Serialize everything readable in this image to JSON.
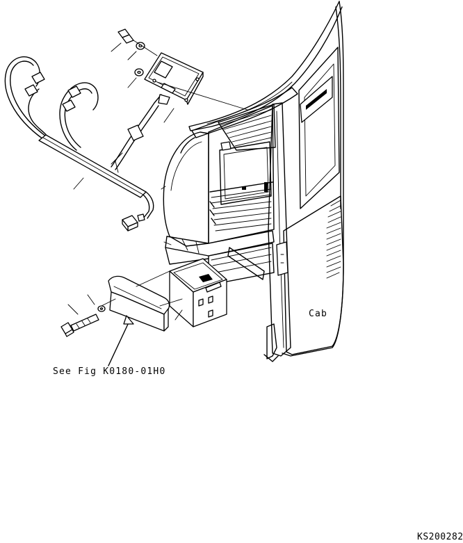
{
  "labels": {
    "cab": "Cab",
    "see_fig": "See Fig K0180-01H0",
    "drawing_id": "KS200282"
  }
}
